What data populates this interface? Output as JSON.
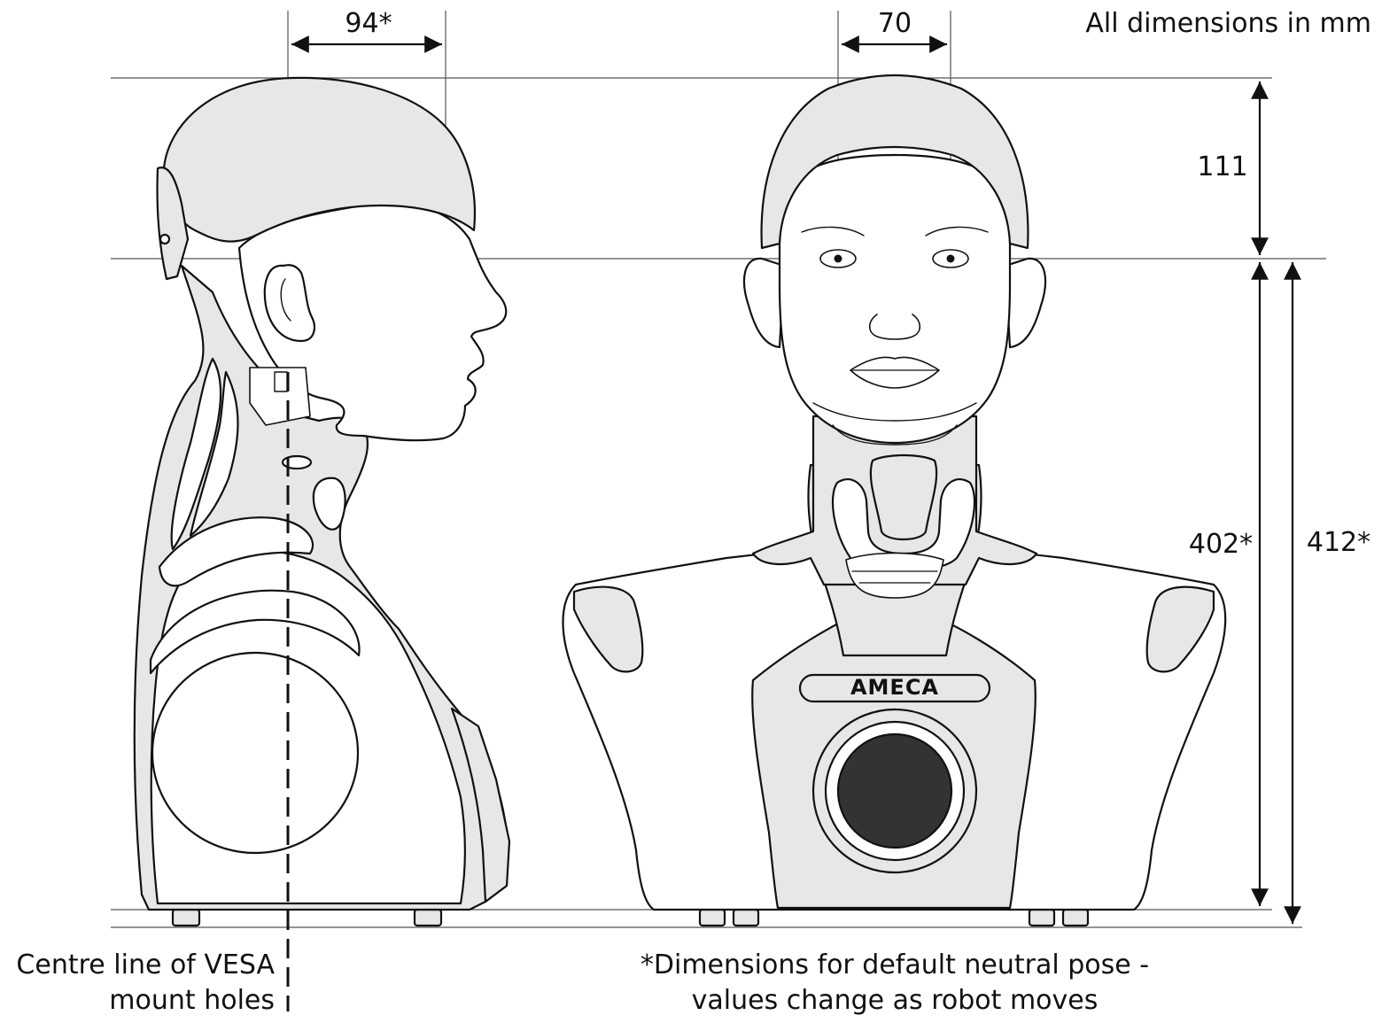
{
  "units_note": "All dimensions in mm",
  "dimensions": {
    "eye_to_vesa": "94*",
    "eye_spacing": "70",
    "eyeline_to_top": "111",
    "base_to_eyeline": "402*",
    "total_to_eyeline": "412*"
  },
  "notes": {
    "vesa_line": [
      "Centre line of VESA",
      "mount holes"
    ],
    "footnote": [
      "*Dimensions for default neutral pose -",
      "values change as robot moves"
    ]
  },
  "brand_text": "AMECA",
  "colors": {
    "line": "#111111",
    "shell": "#e7e7e7",
    "body": "#ffffff",
    "speaker": "#333333"
  }
}
